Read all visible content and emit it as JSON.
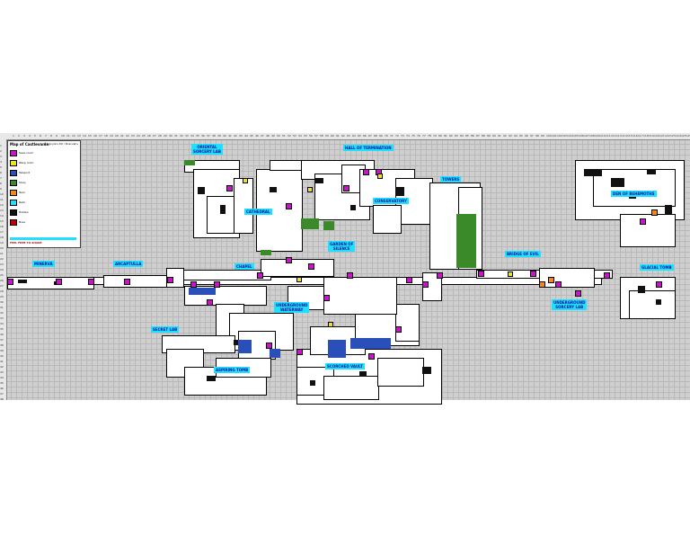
{
  "map": {
    "areas": [
      {
        "id": "oriental-sorcery-lab",
        "label": "ORIENTAL\nSORCERY LAB"
      },
      {
        "id": "hall-of-termination",
        "label": "HALL OF TERMINATION"
      },
      {
        "id": "towers",
        "label": "TOWERS"
      },
      {
        "id": "den-of-behemoths",
        "label": "DEN OF BEHEMOTHS"
      },
      {
        "id": "cathedral",
        "label": "CATHEDRAL"
      },
      {
        "id": "conservatory",
        "label": "CONSERVATORY"
      },
      {
        "id": "garden-of-silence",
        "label": "GARDEN OF\nSILENCE"
      },
      {
        "id": "bridge-of-evil",
        "label": "BRIDGE OF EVIL"
      },
      {
        "id": "glacial-tomb",
        "label": "GLACIAL TOMB"
      },
      {
        "id": "minerva",
        "label": "MINERVA"
      },
      {
        "id": "arcaptulla",
        "label": "ARCAPTULLA"
      },
      {
        "id": "chapel",
        "label": "CHAPEL"
      },
      {
        "id": "underground-waterway",
        "label": "UNDERGROUND\nWATERWAY"
      },
      {
        "id": "underground-sorcery-lab",
        "label": "UNDERGROUND\nSORCERY LAB"
      },
      {
        "id": "secret-lab",
        "label": "SECRET LAB"
      },
      {
        "id": "aspiring-tomb",
        "label": "ASPIRING TOMB"
      },
      {
        "id": "scorched-vault",
        "label": "SCORCHED VAULT"
      }
    ],
    "legend": {
      "title": "Map of Castlevania",
      "subtitle": "Gargoyle's Kit / Dracula's",
      "rows": [
        "Save room",
        "Warp room",
        "Teleport",
        "Shop",
        "Item",
        "Relic",
        "Hidden",
        "Boss"
      ],
      "swatch_colors": [
        "#d010d0",
        "#f0e020",
        "#2a4fb8",
        "#3a8a2a",
        "#f08a10",
        "#1ee0ff",
        "#111111",
        "#c00000"
      ],
      "warning": "FEEL FREE TO SHARE"
    },
    "colors": {
      "background": "#cfcfcf",
      "label_bg": "#1ee0ff",
      "label_text": "#1010a0",
      "save_room": "#d010d0",
      "water": "#2a4fb8",
      "foliage": "#3a8a2a"
    }
  }
}
